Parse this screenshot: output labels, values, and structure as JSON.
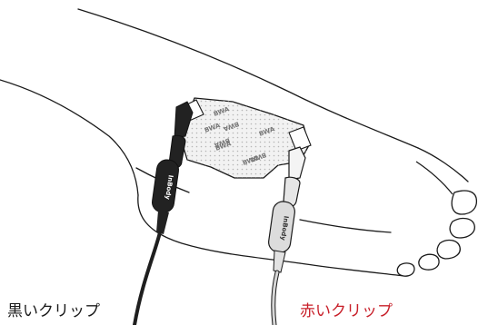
{
  "labels": {
    "black_clip": "黒いクリップ",
    "red_clip": "赤いクリップ"
  },
  "electrode": {
    "pad_text": "BWA"
  },
  "clips": {
    "brand_text": "InBody"
  },
  "colors": {
    "black_clip_label": "#1a1a1a",
    "red_clip_label": "#c8202a",
    "outline": "#1a1a1a",
    "pad_fill": "#f2f2f2",
    "pad_dots": "#b5b5b5",
    "black_clip_body": "#222222",
    "white_clip_body": "#dcdcdc",
    "cable_black": "#1f1f1f",
    "cable_white": "#d6d6d6"
  }
}
